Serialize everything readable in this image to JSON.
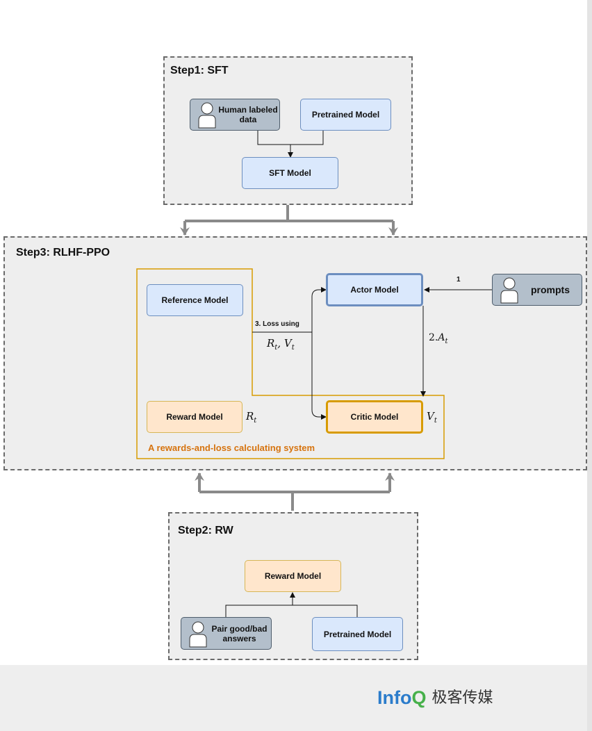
{
  "step1": {
    "title": "Step1: SFT",
    "human_data": "Human labeled data",
    "pretrained": "Pretrained Model",
    "sft_model": "SFT Model"
  },
  "step3": {
    "title": "Step3: RLHF-PPO",
    "reference": "Reference Model",
    "reward": "Reward Model",
    "actor": "Actor Model",
    "critic": "Critic Model",
    "prompts": "prompts",
    "loss_label": "3. Loss using",
    "loss_vars": "Rt, Vt",
    "arrow1": "1",
    "arrow2": "2.At",
    "rt": "Rt",
    "vt": "Vt",
    "system_caption": "A rewards-and-loss calculating system"
  },
  "step2": {
    "title": "Step2: RW",
    "reward": "Reward Model",
    "pairs": "Pair good/bad answers",
    "pretrained": "Pretrained Model"
  },
  "footer": {
    "brand_prefix": "Info",
    "brand_q": "Q",
    "brand_cn": "极客传媒"
  },
  "colors": {
    "blue_fill": "#dae8fc",
    "orange_fill": "#ffe6cc",
    "gray_fill": "#b3bfcb",
    "system_border": "#d79b00"
  },
  "icons": [
    "person-icon"
  ]
}
